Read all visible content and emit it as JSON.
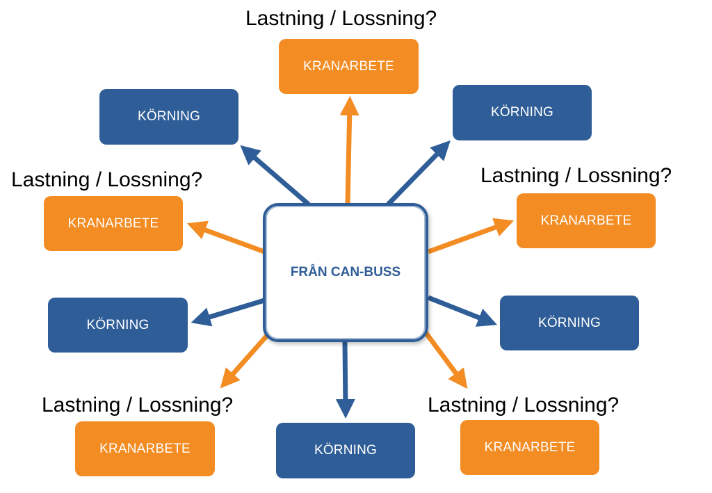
{
  "colors": {
    "orange": "#f28c23",
    "blue": "#2f5d97",
    "center_border": "#2f5d97"
  },
  "center": {
    "label": "FRÅN CAN-BUSS"
  },
  "questions": [
    "Lastning / Lossning?",
    "Lastning / Lossning?",
    "Lastning / Lossning?",
    "Lastning / Lossning?",
    "Lastning / Lossning?"
  ],
  "kranarbete": [
    "KRANARBETE",
    "KRANARBETE",
    "KRANARBETE",
    "KRANARBETE",
    "KRANARBETE"
  ],
  "korning": [
    "KÖRNING",
    "KÖRNING",
    "KÖRNING",
    "KÖRNING",
    "KÖRNING"
  ]
}
